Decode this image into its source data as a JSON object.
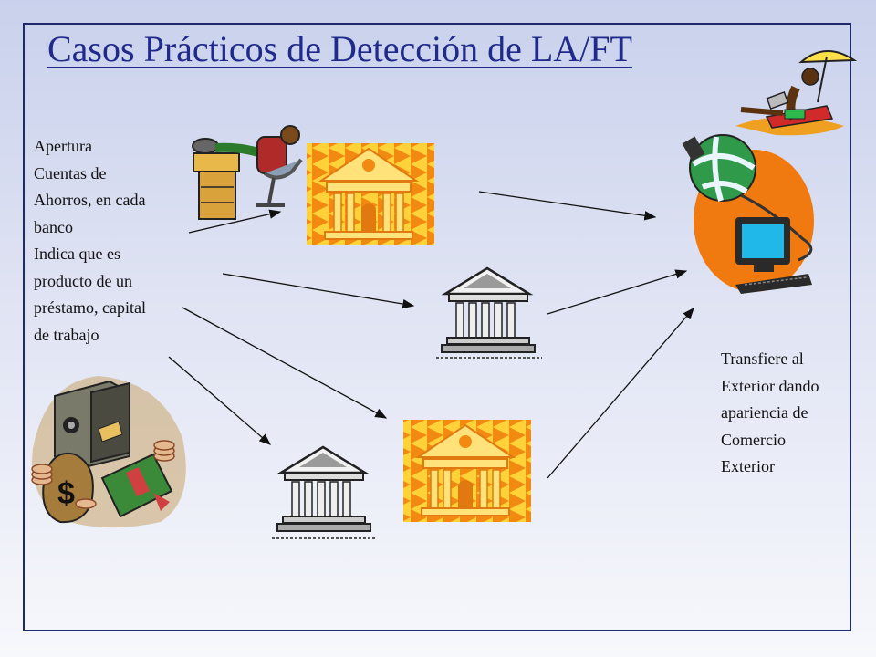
{
  "slide": {
    "title": "Casos Prácticos de Detección de LA/FT",
    "left_note": {
      "lines": [
        "Apertura",
        "Cuentas de",
        "Ahorros, en cada",
        "banco",
        "Indica que es",
        "producto de un",
        "préstamo, capital",
        "de trabajo"
      ]
    },
    "right_note": {
      "lines": [
        "Transfiere al",
        "Exterior dando",
        "apariencia de",
        "Comercio",
        "Exterior"
      ]
    }
  },
  "icons": [
    "businessman-desk-icon",
    "bank-building-icon",
    "bank-columns-icon",
    "globe-computer-icon",
    "beach-relax-icon",
    "money-safe-icon"
  ],
  "colors": {
    "title": "#1f2a8a",
    "frame": "#1f2a6b",
    "bank_orange": "#f28a12",
    "bank_yellow": "#ffd23a",
    "globe_orange": "#f07a10"
  }
}
